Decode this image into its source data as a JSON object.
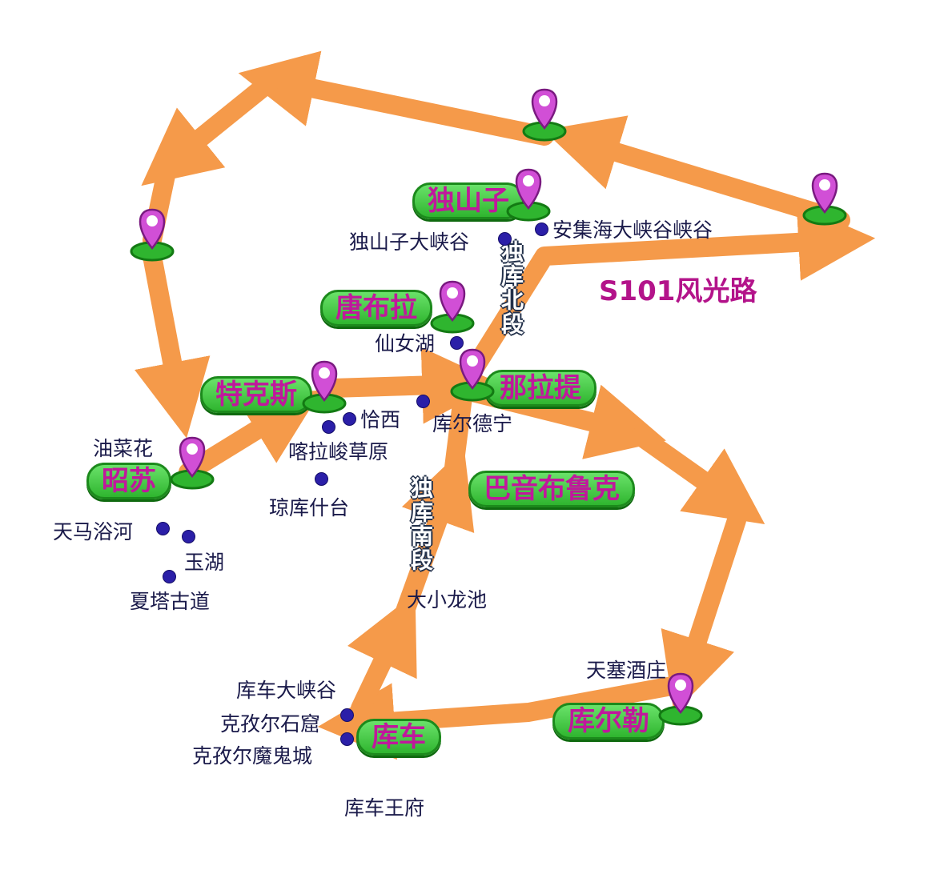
{
  "colors": {
    "route": "#f59a4a",
    "city_fill": "#3fc83f",
    "city_text": "#c0189c",
    "pin": "#d14fd6",
    "poi_dot": "#2b1fa8",
    "road_label": "#b3138a"
  },
  "cities": {
    "dushanzi": "独山子",
    "tangbula": "唐布拉",
    "tekesi": "特克斯",
    "nalati": "那拉提",
    "zhaosu": "昭苏",
    "bayinbuluke": "巴音布鲁克",
    "kuche": "库车",
    "kuerle": "库尔勒"
  },
  "pois": {
    "dushanzi_canyon": "独山子大峡谷",
    "anjihai_canyon": "安集海大峡谷峡谷",
    "xiannu_lake": "仙女湖",
    "qiaxi": "恰西",
    "kuerdening": "库尔德宁",
    "kalajun": "喀拉峻草原",
    "qiongkushitai": "琼库什台",
    "youcaihua": "油菜花",
    "tianma": "天马浴河",
    "yuhu": "玉湖",
    "xiata": "夏塔古道",
    "dragon_pools": "大小龙池",
    "kuche_canyon": "库车大峡谷",
    "kizil_grottoes": "克孜尔石窟",
    "kizil_ghost_city": "克孜尔魔鬼城",
    "kuche_palace": "库车王府",
    "tiansai": "天塞酒庄"
  },
  "roads": {
    "duku_north": "独库北段",
    "duku_south": "独库南段",
    "s101": "S101风光路"
  },
  "icons": [
    "map-pin-icon",
    "route-arrow-icon"
  ]
}
